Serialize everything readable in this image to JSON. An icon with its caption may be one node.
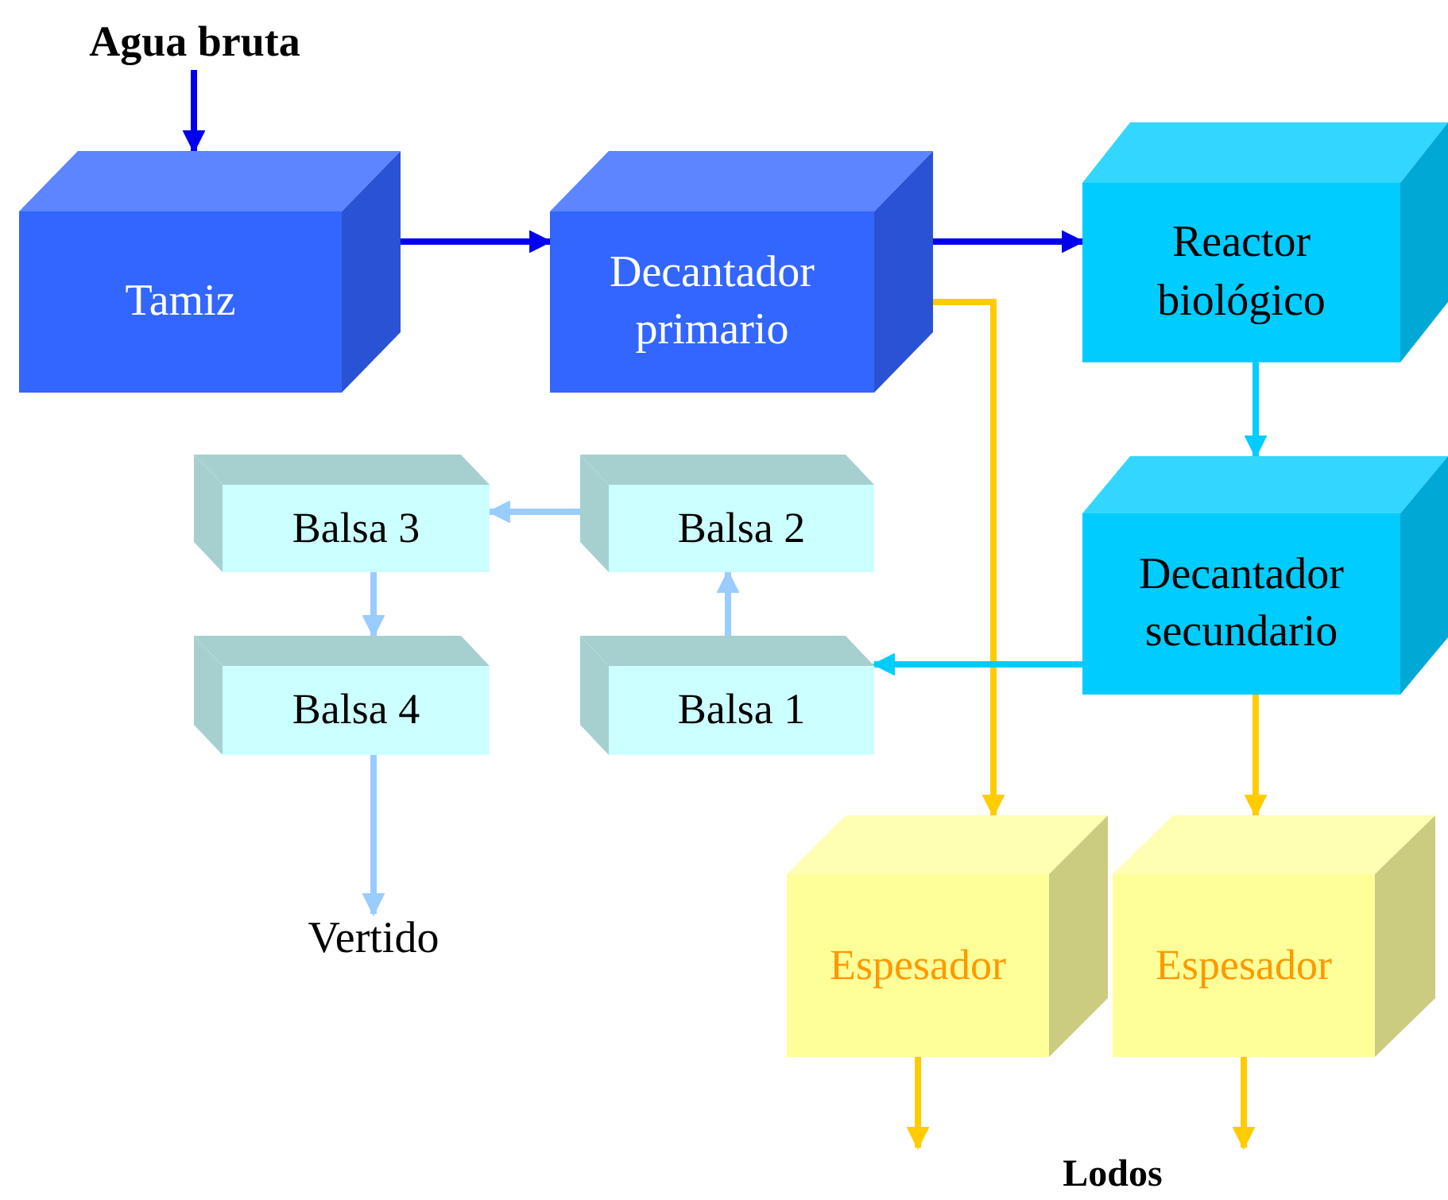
{
  "diagram": {
    "nodes": [
      {
        "text": [
          "Agua bruta"
        ]
      },
      {
        "text": [
          "Tamiz"
        ]
      },
      {
        "text": [
          "Decantador primario"
        ]
      },
      {
        "text": [
          "Reactor biológico"
        ]
      },
      {
        "text": [
          "Decantador secundario"
        ]
      },
      {
        "text": [
          "Balsa 3"
        ]
      },
      {
        "text": [
          "Balsa 2"
        ]
      },
      {
        "text": [
          "Balsa 4"
        ]
      },
      {
        "text": [
          "Balsa 1"
        ]
      },
      {
        "text": [
          "Vertido"
        ]
      },
      {
        "text": [
          "Espesador"
        ]
      },
      {
        "text": [
          "Espesador"
        ]
      }
    ],
    "edges": [
      {
        "from": 0,
        "to": 1,
        "arrow": "to",
        "color": "#0000ee"
      },
      {
        "from": 1,
        "to": 2,
        "arrow": "to",
        "color": "#0000ee"
      },
      {
        "from": 2,
        "to": 3,
        "arrow": "to",
        "color": "#0000ee"
      },
      {
        "from": 2,
        "to": 10,
        "arrow": "to"
      },
      {
        "from": 3,
        "to": 4,
        "arrow": "to",
        "color": "#00ccff"
      },
      {
        "from": 4,
        "to": 8,
        "arrow": "to",
        "color": "#00ccff"
      },
      {
        "from": 8,
        "to": 6,
        "arrow": "to",
        "color": "#99ccff"
      },
      {
        "from": 6,
        "to": 5,
        "arrow": "to",
        "color": "#99ccff"
      },
      {
        "from": 5,
        "to": 7,
        "arrow": "to",
        "color": "#99ccff"
      },
      {
        "from": 7,
        "to": 9,
        "arrow": "to",
        "color": "#99ccff"
      },
      {
        "from": 4,
        "to": 11,
        "arrow": "to"
      },
      {
        "from": 10,
        "to": null,
        "arrow": "to"
      },
      {
        "from": 11,
        "to": null,
        "arrow": "to"
      }
    ],
    "labels": [
      "Lodos"
    ]
  }
}
